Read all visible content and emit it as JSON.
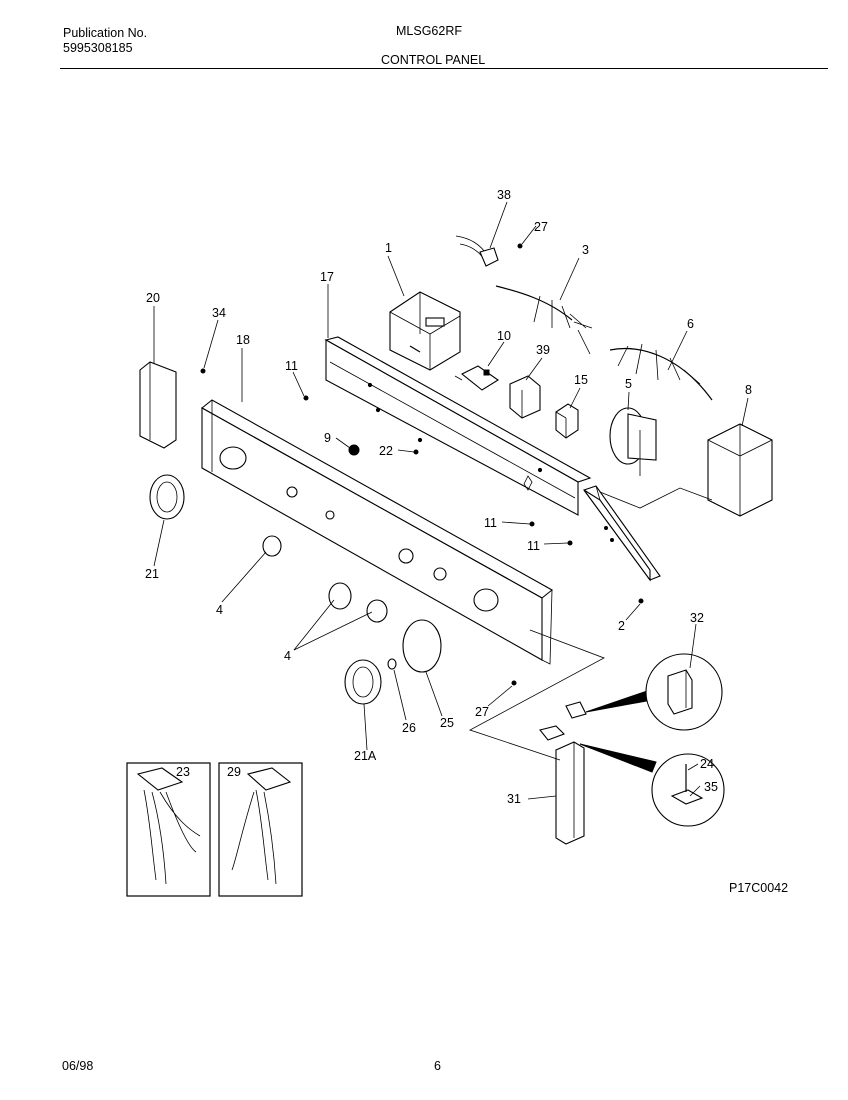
{
  "header": {
    "publication_label": "Publication No.",
    "publication_number": "5995308185",
    "model": "MLSG62RF",
    "section_title": "CONTROL PANEL"
  },
  "diagram": {
    "callouts": [
      "1",
      "2",
      "3",
      "4",
      "4",
      "5",
      "6",
      "8",
      "9",
      "10",
      "11",
      "11",
      "11",
      "15",
      "17",
      "18",
      "20",
      "21",
      "21A",
      "22",
      "23",
      "24",
      "25",
      "26",
      "27",
      "27",
      "29",
      "31",
      "32",
      "34",
      "35",
      "38",
      "39"
    ],
    "figure_code": "P17C0042"
  },
  "footer": {
    "date": "06/98",
    "page_number": "6"
  }
}
